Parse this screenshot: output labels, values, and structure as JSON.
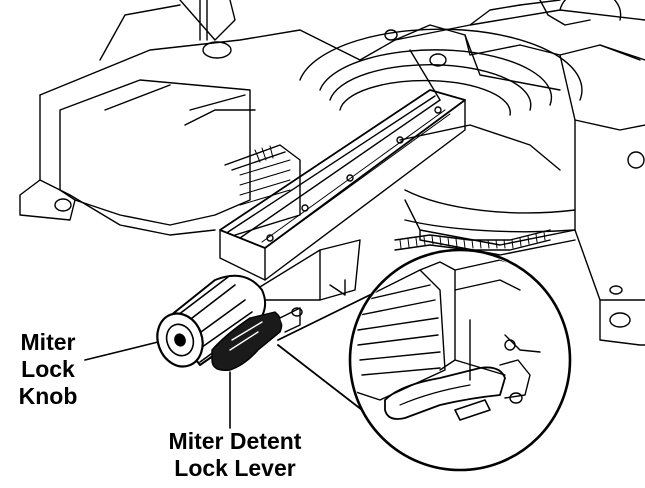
{
  "callouts": {
    "miter_lock_knob": {
      "line1": "Miter",
      "line2": "Lock",
      "line3": "Knob"
    },
    "miter_detent_lock_lever": {
      "line1": "Miter Detent",
      "line2": "Lock Lever"
    }
  },
  "colors": {
    "ink": "#000000",
    "paper": "#ffffff",
    "shade": "#1a1a1a"
  }
}
